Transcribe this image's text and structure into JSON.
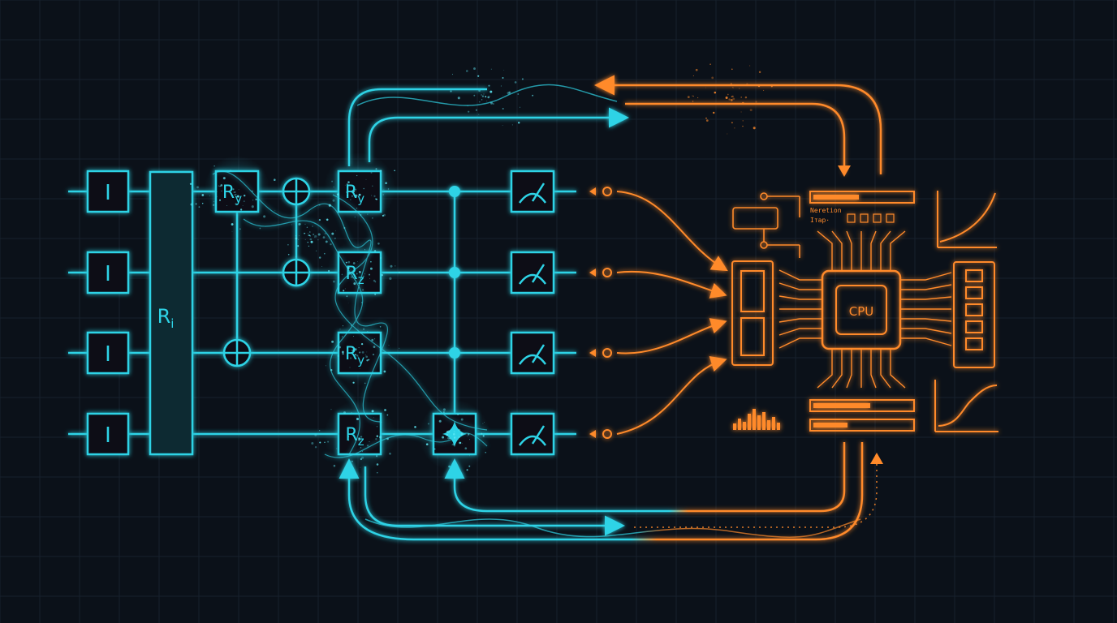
{
  "diagram": {
    "qubit_gates": [
      {
        "label": "I"
      },
      {
        "label": "I"
      },
      {
        "label": "I"
      },
      {
        "label": "I"
      }
    ],
    "tall_gate": {
      "label": "R",
      "sub": "i"
    },
    "rotation_gates": [
      {
        "label": "R",
        "sub": "y"
      },
      {
        "label": "R",
        "sub": "y"
      },
      {
        "label": "R",
        "sub": "z"
      },
      {
        "label": "R",
        "sub": "y"
      },
      {
        "label": "R",
        "sub": "z"
      }
    ],
    "measurement_count": 4,
    "cpu": {
      "label": "CPU",
      "note_line1": "Neretion",
      "note_line2": "Iтар·"
    },
    "colors": {
      "background": "#0b1119",
      "grid": "#1b2532",
      "quantum": "#2fd3e6",
      "classical": "#ff8a2a"
    },
    "icons": [
      "measurement-meter-icon",
      "cnot-target-icon",
      "control-dot-icon",
      "sparkle-gate-icon",
      "cpu-chip-icon",
      "memory-module-icon",
      "chart-curve-icon",
      "bar-chart-icon"
    ]
  }
}
